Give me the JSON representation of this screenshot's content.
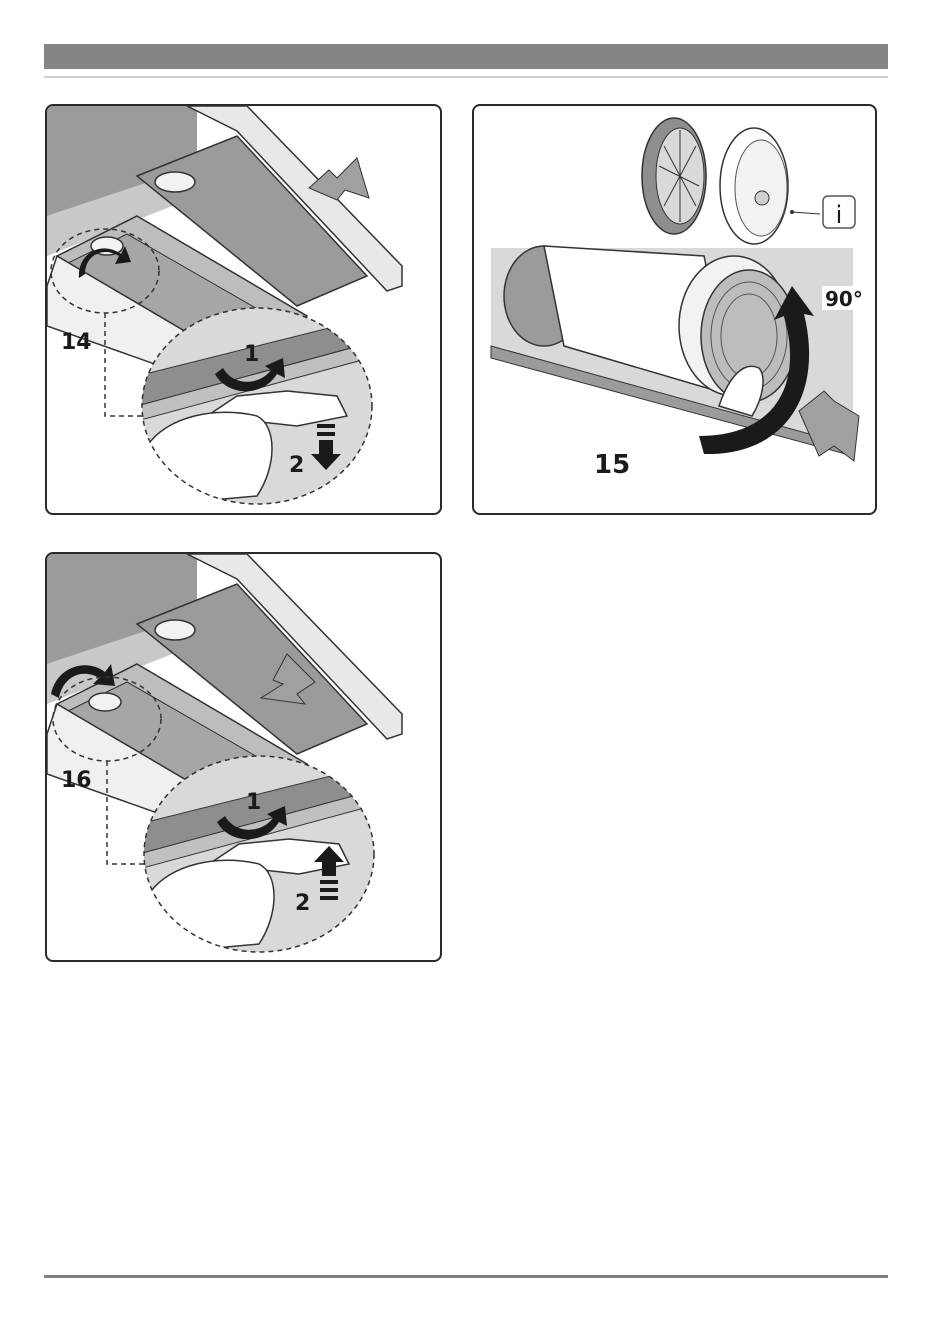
{
  "page": {
    "colors": {
      "header_bar": "#858585",
      "panel_border": "#2a2a2a",
      "metal_gray": "#9b9b9b",
      "light_gray": "#d9d9d9"
    }
  },
  "figures": [
    {
      "id": "14",
      "step_label": "14",
      "sub_steps": [
        "1",
        "2"
      ]
    },
    {
      "id": "15",
      "step_label": "15",
      "angle": "90°",
      "info_symbol": "i"
    },
    {
      "id": "16",
      "step_label": "16",
      "sub_steps": [
        "1",
        "2"
      ]
    }
  ]
}
